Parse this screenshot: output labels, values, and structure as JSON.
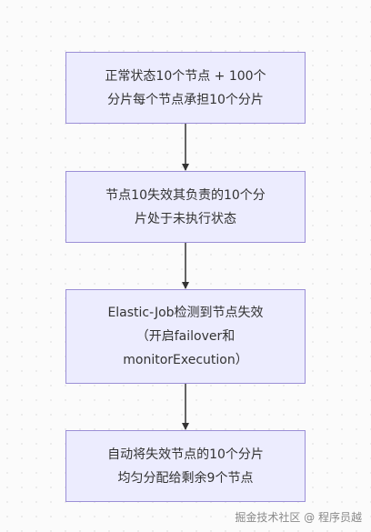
{
  "nodes": [
    {
      "lines": [
        "正常状态10个节点 + 100个",
        "分片每个节点承担10个分片"
      ]
    },
    {
      "lines": [
        "节点10失效其负责的10个分",
        "片处于未执行状态"
      ]
    },
    {
      "lines": [
        "Elastic-Job检测到节点失效",
        "（开启failover和",
        "monitorExecution）"
      ]
    },
    {
      "lines": [
        "自动将失效节点的10个分片",
        "均匀分配给剩余9个节点"
      ]
    }
  ],
  "watermark": "掘金技术社区 @ 程序员越",
  "colors": {
    "node_fill": "#ececfe",
    "node_border": "#9b8fd6",
    "edge": "#333333",
    "text": "#333333"
  }
}
